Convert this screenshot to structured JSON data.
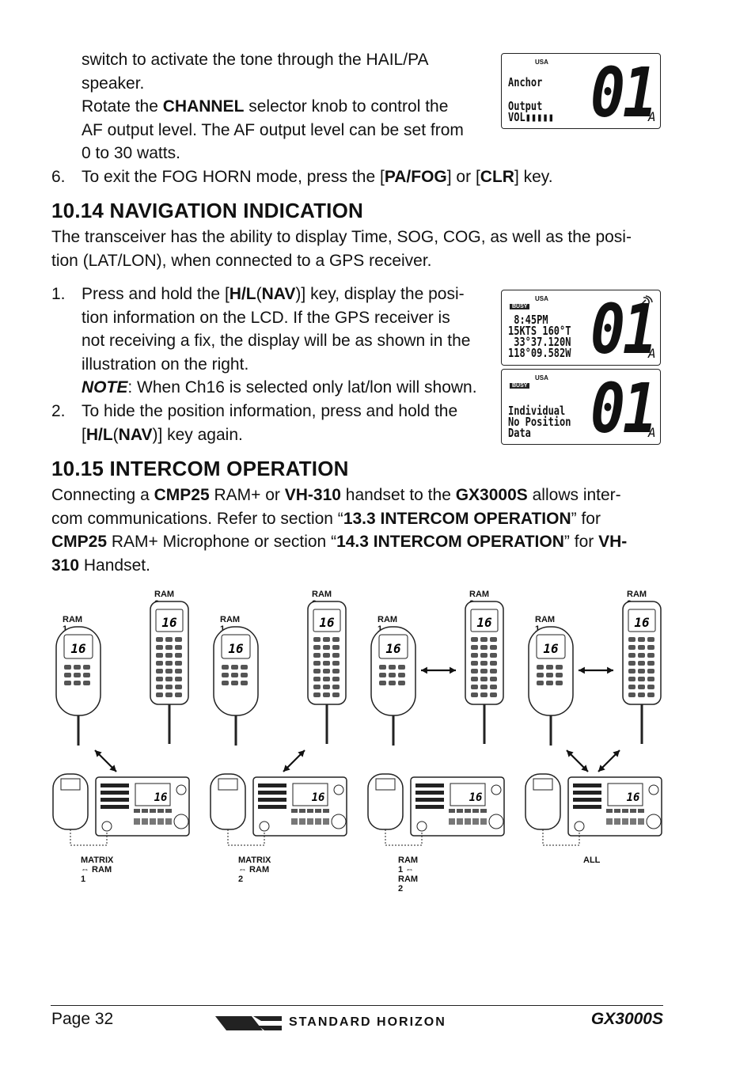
{
  "top": {
    "line1": "switch to activate the tone through the HAIL/PA",
    "line2": "speaker.",
    "rotate_pre": "Rotate the ",
    "rotate_bold": "CHANNEL",
    "rotate_post": " selector knob to control the",
    "af_line": "AF output level. The AF output level can be set from",
    "watts_line": "0 to 30 watts.",
    "step6_num": "6.",
    "step6_pre": "To exit the FOG HORN mode, press the [",
    "step6_key1": "PA/FOG",
    "step6_mid": "] or [",
    "step6_key2": "CLR",
    "step6_post": "] key."
  },
  "lcd1": {
    "usa": "USA",
    "line1": "Anchor",
    "line2": "Output",
    "line3": "VOL▮▮▮▮▮",
    "channel": "01",
    "suffix": "A"
  },
  "section_nav": {
    "title": "10.14  NAVIGATION INDICATION",
    "intro_l1": "The transceiver has the ability to display Time, SOG, COG, as well as the posi-",
    "intro_l2": "tion (LAT/LON), when connected to a GPS receiver.",
    "s1_num": "1.",
    "s1_pre": "Press and hold the [",
    "s1_key": "H/L",
    "s1_paren_open": "(",
    "s1_key2": "NAV",
    "s1_post": ")] key, display the posi-",
    "s1_l2": "tion information on the LCD. If the GPS receiver is",
    "s1_l3": "not receiving a fix, the display will be as shown in the",
    "s1_l4": "illustration on the right.",
    "note_label": "NOTE",
    "note_text": ": When Ch16 is selected only lat/lon will shown.",
    "s2_num": "2.",
    "s2_l1": "To hide the position information, press and hold the",
    "s2_pre": "[",
    "s2_key": "H/L",
    "s2_paren_open": "(",
    "s2_key2": "NAV",
    "s2_post": ")] key again."
  },
  "lcd2": {
    "usa": "USA",
    "busy": "BUSY",
    "line1": " 8:45PM",
    "line2": "15KTS 160°T",
    "line3": " 33°37.120N",
    "line4": "118°09.582W",
    "channel": "01",
    "suffix": "A"
  },
  "lcd3": {
    "usa": "USA",
    "busy": "BUSY",
    "line1": "Individual",
    "line2": "No Position",
    "line3": "Data",
    "channel": "01",
    "suffix": "A"
  },
  "section_intercom": {
    "title": "10.15  INTERCOM OPERATION",
    "p_a": "Connecting a ",
    "p_b": "CMP25",
    "p_c": " RAM+ or ",
    "p_d": "VH-310",
    "p_e": " handset  to the ",
    "p_f": "GX3000S",
    "p_g": " allows inter-",
    "l2_a": "com communications. Refer to section “",
    "l2_b": "13.3 INTERCOM OPERATION",
    "l2_c": "” for",
    "l3_a": "CMP25",
    "l3_b": " RAM+ Microphone or section “",
    "l3_c": "14.3 INTERCOM OPERATION",
    "l3_d": "” for ",
    "l3_e": "VH-",
    "l4_a": "310",
    "l4_b": " Handset."
  },
  "figure": {
    "ram1": "RAM 1",
    "ram2": "RAM 2",
    "display_channel": "16",
    "captions": [
      "MATRIX ⇔ RAM 1",
      "MATRIX ⇔ RAM 2",
      "RAM 1 ⇔ RAM 2",
      "ALL"
    ]
  },
  "footer": {
    "page": "Page 32",
    "brand": "STANDARD HORIZON",
    "model": "GX3000S"
  }
}
